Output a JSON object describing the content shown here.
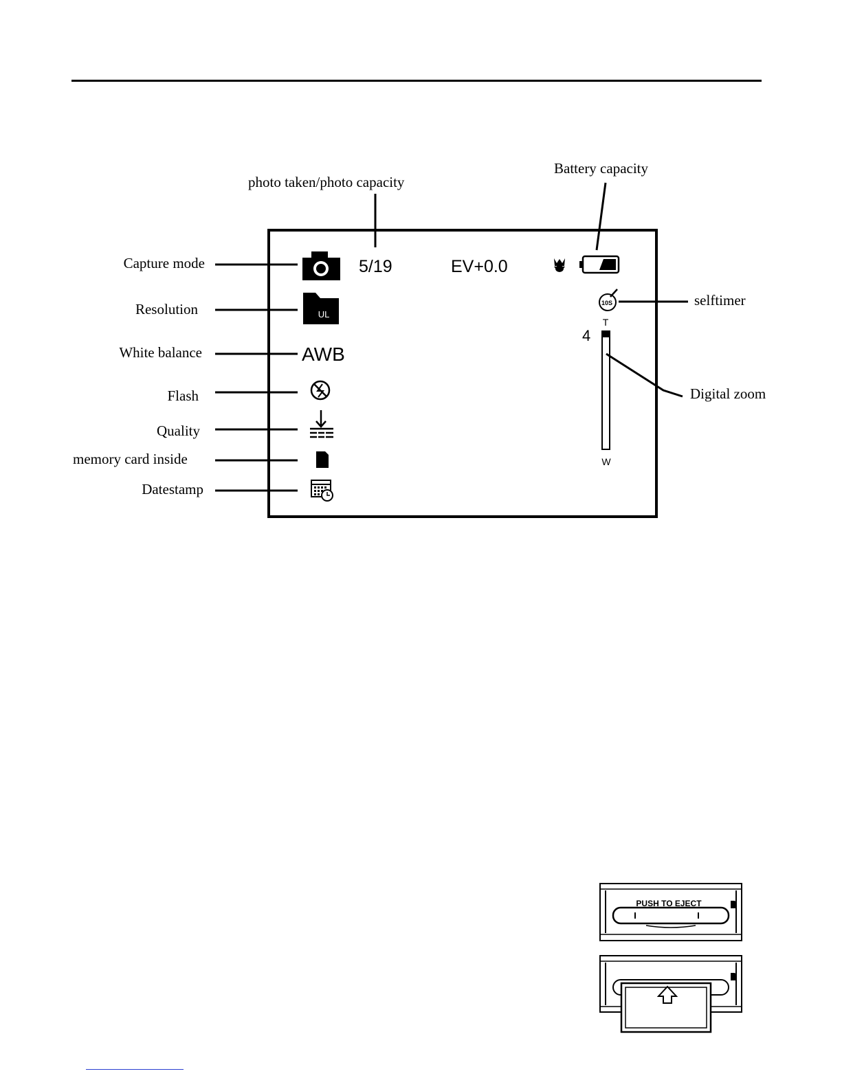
{
  "labels": {
    "photo_count": "photo taken/photo capacity",
    "battery": "Battery capacity",
    "capture_mode": "Capture mode",
    "resolution": "Resolution",
    "white_balance": "White balance",
    "flash": "Flash",
    "quality": "Quality",
    "memory_card": "memory card inside",
    "datestamp": "Datestamp",
    "selftimer": "selftimer",
    "digital_zoom": "Digital zoom"
  },
  "screen": {
    "photo_count": "5/19",
    "ev": "EV+0.0",
    "resolution_badge": "UL",
    "white_balance": "AWB",
    "selftimer_value": "10S",
    "zoom_value": "4",
    "zoom_top": "T",
    "zoom_bottom": "W"
  },
  "card_slot": {
    "eject_label": "PUSH TO EJECT"
  },
  "icons": [
    "camera-icon",
    "resolution-icon",
    "flash-off-icon",
    "quality-icon",
    "memory-card-icon",
    "datestamp-icon",
    "macro-icon",
    "battery-icon",
    "selftimer-icon"
  ],
  "colors": {
    "ink": "#000000",
    "link": "#2b3fd1"
  }
}
